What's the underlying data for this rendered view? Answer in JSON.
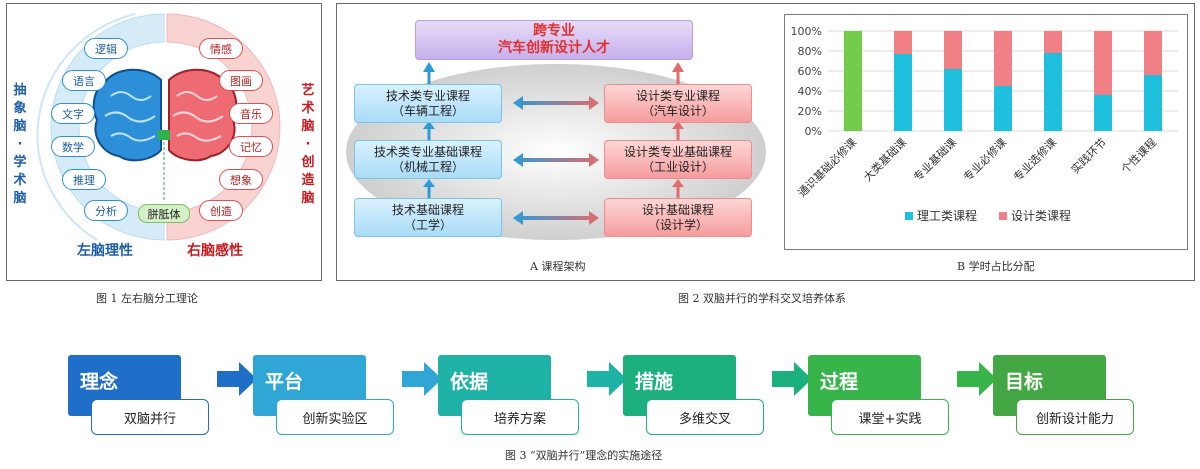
{
  "fig1": {
    "left_items": [
      "逻辑",
      "语言",
      "文字",
      "数学",
      "推理",
      "分析"
    ],
    "right_items": [
      "情感",
      "图画",
      "音乐",
      "记忆",
      "想象",
      "创造"
    ],
    "left_side_label": "抽象脑·学术脑",
    "right_side_label": "艺术脑·创造脑",
    "corpus": "胼胝体",
    "left_bottom": "左脑理性",
    "right_bottom": "右脑感性",
    "caption": "图 1 左右脑分工理论"
  },
  "fig2": {
    "top_box": [
      "跨专业",
      "汽车创新设计人才"
    ],
    "tech_boxes": [
      [
        "技术类专业课程",
        "（车辆工程）"
      ],
      [
        "技术类专业基础课程",
        "（机械工程）"
      ],
      [
        "技术基础课程",
        "（工学）"
      ]
    ],
    "design_boxes": [
      [
        "设计类专业课程",
        "（汽车设计）"
      ],
      [
        "设计类专业基础课程",
        "（工业设计）"
      ],
      [
        "设计基础课程",
        "（设计学）"
      ]
    ],
    "sub_a": "A 课程架构",
    "sub_b": "B 学时占比分配",
    "caption": "图 2 双脑并行的学科交叉培养体系"
  },
  "chart_data": {
    "type": "bar",
    "stacked": true,
    "categories": [
      "通识基础必修课",
      "大类基础课",
      "专业基础课",
      "专业必修课",
      "专业选修课",
      "实践环节",
      "个性课程"
    ],
    "series": [
      {
        "name": "理工类课程",
        "color": "#1fc0de",
        "values": [
          100,
          77,
          62,
          45,
          78,
          36,
          56
        ]
      },
      {
        "name": "设计类课程",
        "color": "#f07f86",
        "values": [
          0,
          23,
          38,
          55,
          22,
          64,
          44
        ]
      }
    ],
    "first_bar_color": "#72cc4a",
    "ylim": [
      0,
      100
    ],
    "yticks": [
      "0%",
      "20%",
      "40%",
      "60%",
      "80%",
      "100%"
    ],
    "legend_position": "bottom",
    "grid": true
  },
  "fig3": {
    "steps": [
      {
        "title": "理念",
        "sub": "双脑并行",
        "color": "#1f6ec7"
      },
      {
        "title": "平台",
        "sub": "创新实验区",
        "color": "#2fa6d6"
      },
      {
        "title": "依据",
        "sub": "培养方案",
        "color": "#1fb3a8"
      },
      {
        "title": "措施",
        "sub": "多维交叉",
        "color": "#1bb07e"
      },
      {
        "title": "过程",
        "sub": "课堂+实践",
        "color": "#37b54a"
      },
      {
        "title": "目标",
        "sub": "创新设计能力",
        "color": "#43a843"
      }
    ],
    "arrow_colors": [
      "#1f6ec7",
      "#2fa6d6",
      "#1fb3a8",
      "#1bb07e",
      "#37b54a"
    ],
    "caption": "图 3 “双脑并行”理念的实施途径"
  }
}
